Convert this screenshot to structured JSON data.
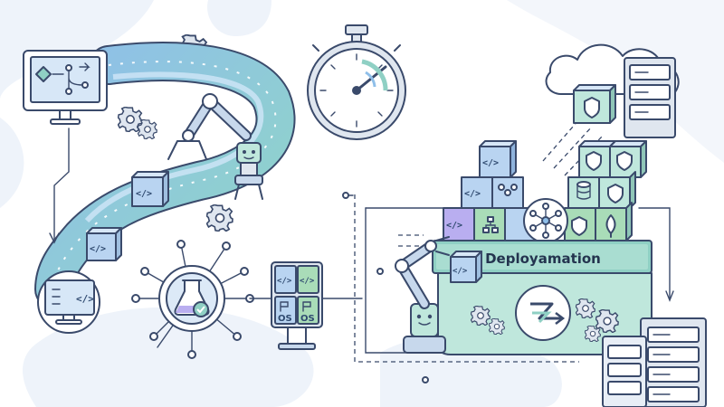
{
  "banner": {
    "label": "Deployamation"
  },
  "os_panel": {
    "tile_labels": [
      "OS",
      "OS"
    ]
  },
  "icons": {
    "code_glyph": "</>",
    "git_monitor": "git-branch-monitor-icon",
    "code_monitor": "code-monitor-icon",
    "stopwatch": "stopwatch-icon",
    "flask": "test-flask-icon",
    "cloud": "cloud-icon",
    "network": "network-hub-icon",
    "arrow_logo": "deploy-arrow-logo-icon"
  },
  "colors": {
    "ink": "#3a4a6b",
    "blue": "#b9d4f1",
    "mint": "#bfe7dc",
    "teal": "#8fd0c4",
    "purple": "#b9aef0",
    "green": "#a9dcb8",
    "bg_blob": "#eef3fa"
  }
}
